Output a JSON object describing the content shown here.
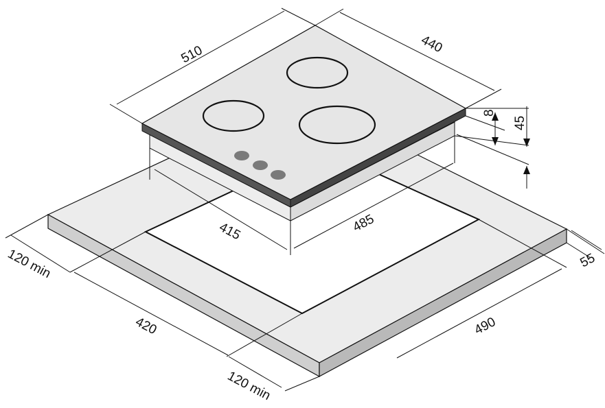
{
  "dimensions": {
    "hob_width": "510",
    "hob_depth": "440",
    "glass_thickness": "8",
    "total_height": "45",
    "cutout_depth": "415",
    "cutout_width": "485",
    "rear_clearance": "120 min",
    "front_clearance": "120 min",
    "worktop_side_a": "420",
    "worktop_side_b": "490",
    "side_clearance": "55"
  },
  "colors": {
    "surface": "#e6e6e6",
    "edge": "#555555",
    "knob": "#7a7a7a",
    "side_light": "#d2d2d2",
    "side_dark": "#b8b8b8"
  }
}
